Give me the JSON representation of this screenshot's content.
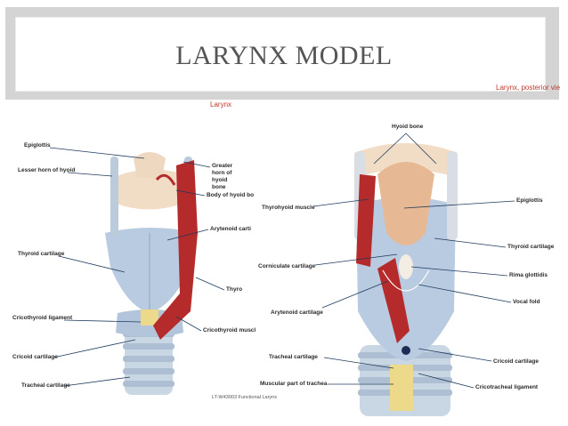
{
  "slide": {
    "title": "LARYNX MODEL"
  },
  "left_panel": {
    "heading": "Larynx",
    "credit": "LT-W43003 Functional Larynx",
    "labels": {
      "epiglottis": "Epiglottis",
      "lesser_horn": "Lesser horn of hyoid",
      "greater_horn": "Greater horn of hyoid bone",
      "body_hyoid": "Body of hyoid bo",
      "arytenoid": "Arytenoid carti",
      "thyroid_cartilage": "Thyroid cartilage",
      "thyroid_right": "Thyro",
      "cricothyroid_ligament": "Cricothyroid ligament",
      "cricothyroid_muscle": "Cricothyroid muscl",
      "cricoid_cartilage": "Cricoid cartilage",
      "tracheal_cartilage": "Tracheal cartilage"
    }
  },
  "right_panel": {
    "heading": "Larynx, posterior vie",
    "labels": {
      "hyoid_bone": "Hyoid bone",
      "thyrohyoid_muscle": "Thyrohyoid muscle",
      "epiglottis": "Epiglottis",
      "thyroid_cartilage": "Thyroid cartilage",
      "corniculate_cartilage": "Corniculate cartilage",
      "rima_glottidis": "Rima glottidis",
      "arytenoid_cartilage": "Arytenoid cartilage",
      "vocal_fold": "Vocal fold",
      "tracheal_cartilage": "Tracheal cartilage",
      "cricoid_cartilage": "Cricoid cartilage",
      "muscular_trachea": "Muscular part of trachea",
      "cricotracheal_ligament": "Cricotracheal ligament"
    }
  },
  "colors": {
    "band": "#d4d4d4",
    "cartilage": "#b9cbe0",
    "muscle": "#b52a2a",
    "hyoid": "#f1dcc6",
    "trachea": "#c9d6e4",
    "epiglottis": "#e6b994"
  }
}
